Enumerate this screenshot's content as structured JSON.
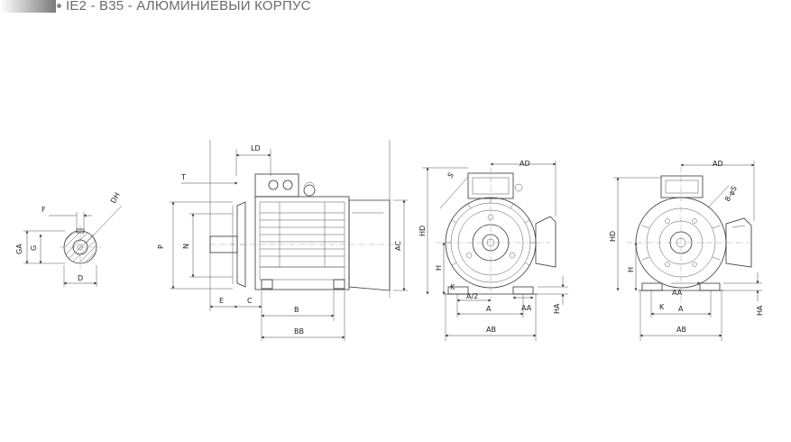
{
  "header": {
    "title": "IE2 - B35 - АЛЮМИНИЕВЫЙ КОРПУС"
  },
  "labels": {
    "shaft": {
      "F": "F",
      "DH": "DH",
      "GA": "GA",
      "G": "G",
      "D": "D"
    },
    "side": {
      "LD": "LD",
      "T": "T",
      "P": "P",
      "N": "N",
      "AC": "AC",
      "E": "E",
      "C": "C",
      "B": "B",
      "BB": "BB"
    },
    "front": {
      "AD": "AD",
      "S": "S",
      "HD": "HD",
      "H": "H",
      "A2": "A/2",
      "A": "A",
      "AA": "AA",
      "HA": "HA",
      "AB": "AB",
      "K": "K"
    },
    "rear": {
      "AD": "AD",
      "S": "8-φS",
      "HD": "HD",
      "H": "H",
      "AA": "AA",
      "A": "A",
      "HA": "HA",
      "AB": "AB",
      "K": "K"
    }
  },
  "colors": {
    "line": "#333333",
    "text": "#222222",
    "title": "#6b6b6b"
  }
}
